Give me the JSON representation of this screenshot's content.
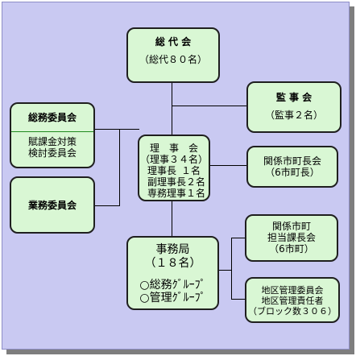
{
  "soudaikai": {
    "title": "総 代 会",
    "sub": "（総代８０名）"
  },
  "kanji": {
    "title": "監 事 会",
    "sub": "（監事２名）"
  },
  "somu": {
    "title": "総務委員会",
    "sub_line1": "賦課金対策",
    "sub_line2": "検討委員会"
  },
  "riji": {
    "title": "理　事　会",
    "sub": "（理事３４名）",
    "rows": [
      {
        "label": "理事長",
        "count": "１名"
      },
      {
        "label": "副理事長",
        "count": "２名"
      },
      {
        "label": "専務理事",
        "count": "１名"
      }
    ]
  },
  "kankei": {
    "line1": "関係市町長会",
    "line2": "（6市町長）"
  },
  "gyomu": {
    "title": "業務委員会"
  },
  "jimukyoku": {
    "title": "事務局",
    "sub": "（１８名）",
    "group1": "○総務ｸﾞﾙｰﾌﾟ",
    "group2": "○管理ｸﾞﾙｰﾌﾟ"
  },
  "tanto": {
    "line1": "関係市町",
    "line2": "担当課長会",
    "line3": "（6市町）"
  },
  "chiku": {
    "line1": "地区管理委員会",
    "line2": "地区管理責任者",
    "line3": "（ブロック数３０６）"
  }
}
